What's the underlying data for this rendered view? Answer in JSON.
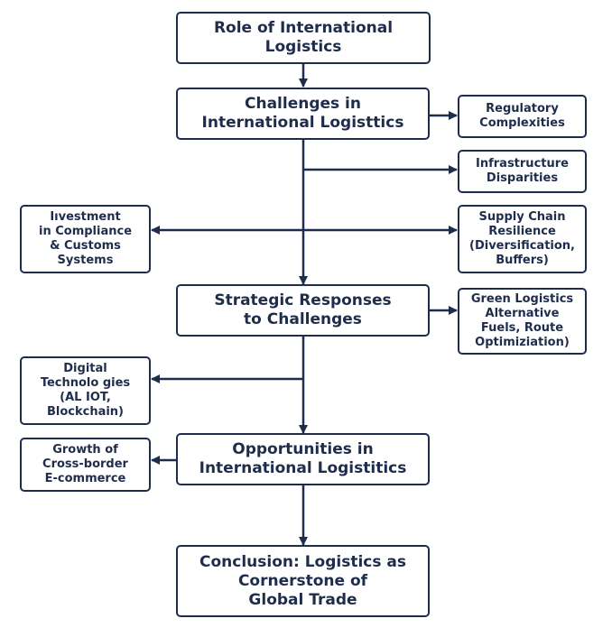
{
  "diagram": {
    "main_nodes": {
      "role": "Role of International\nLogistics",
      "challenges": "Challenges in\nInternational Logisttics",
      "strategic": "Strategic Responses\nto Challenges",
      "opportunities": "Opportunities in\nInternational Logistitics",
      "conclusion": "Conclusion: Logistics as\nCornerstone of\nGlobal Trade"
    },
    "side_nodes": {
      "regulatory": "Regulatory\nComplexities",
      "infrastructure": "Infrastructure\nDisparities",
      "investment": "Iıvestment\nin Compliance\n& Customs\nSystems",
      "supply_chain": "Supply Chain\nResilience\n(Diversification,\nBuffers)",
      "green": "Green Logistics\nAlternative\nFuels, Route\nOptimiziation)",
      "digital": "Digital\nTechnolo gies\n(AL IOT,\nBlockchain)",
      "ecommerce": "Growth of\nCross-border\nE-commerce"
    },
    "colors": {
      "ink": "#1f2d4c",
      "background": "#ffffff"
    }
  }
}
